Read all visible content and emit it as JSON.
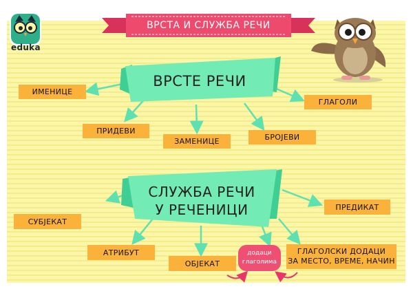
{
  "logo": {
    "text": "eduka",
    "icon": "owl-glasses-logo-icon"
  },
  "title": "ВРСТА И СЛУЖБА РЕЧИ",
  "mascot": "owl-mascot-icon",
  "section1": {
    "heading": "ВРСТЕ РЕЧИ",
    "items": [
      "ИМЕНИЦЕ",
      "ПРИДЕВИ",
      "ЗАМЕНИЦЕ",
      "БРОЈЕВИ",
      "ГЛАГОЛИ"
    ]
  },
  "section2": {
    "heading_line1": "СЛУЖБА РЕЧИ",
    "heading_line2": "У РЕЧЕНИЦИ",
    "items": [
      "СУБЈЕКАТ",
      "АТРИБУТ",
      "ОБЈЕКАТ",
      "ПРЕДИКАТ"
    ],
    "adverbials_line1": "ГЛАГОЛСКИ ДОДАЦИ",
    "adverbials_line2": "ЗА МЕСТО, ВРЕМЕ, НАЧИН",
    "note_line1": "додаци",
    "note_line2": "глаголима"
  },
  "colors": {
    "board": "#fbf6a8",
    "ribbon": "#ee4a6d",
    "banner": "#6fe8b0",
    "box": "#fbb23a",
    "arrow": "#5fe0b0",
    "note": "#ef4f72"
  }
}
